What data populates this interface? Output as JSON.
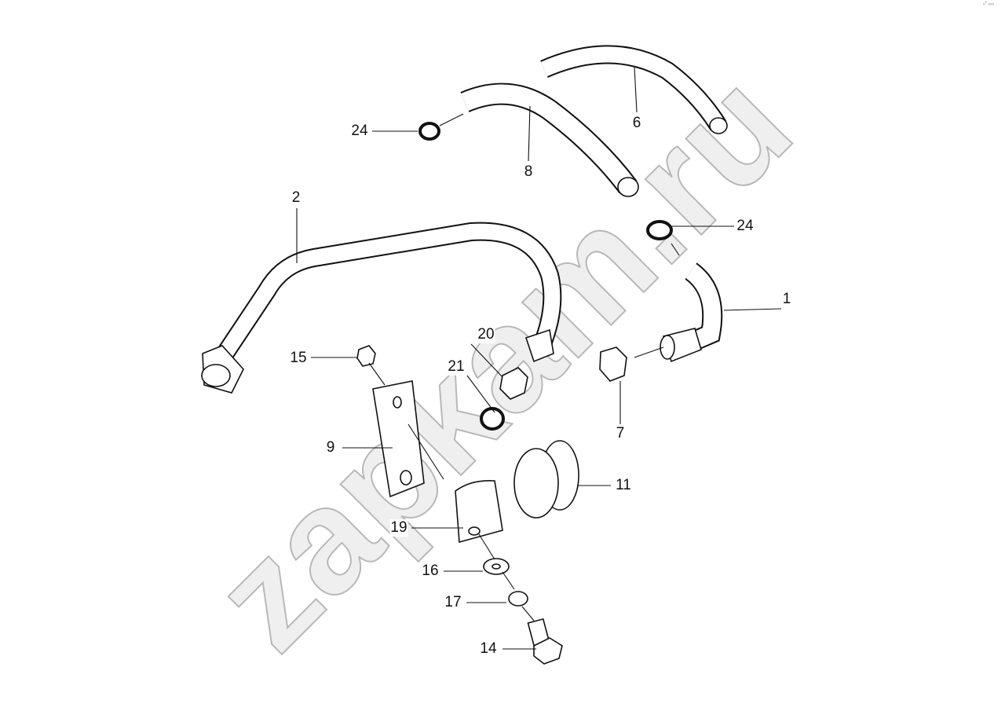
{
  "corner_text": "₀° ₀₀₀",
  "watermark": "zapkam.ru",
  "callouts": [
    "24",
    "6",
    "8",
    "2",
    "24",
    "1",
    "20",
    "15",
    "21",
    "7",
    "9",
    "11",
    "19",
    "16",
    "17",
    "14"
  ]
}
